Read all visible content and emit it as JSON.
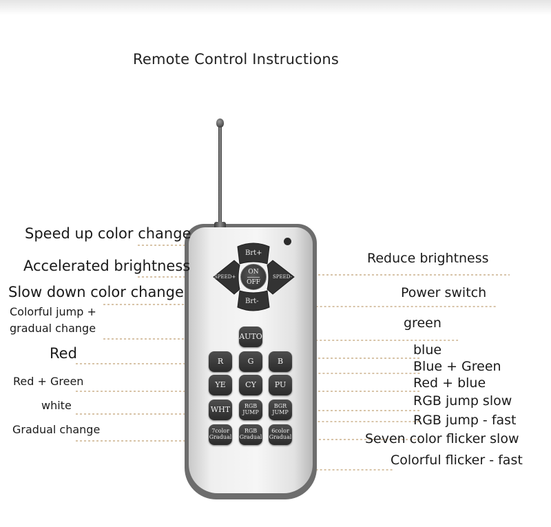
{
  "title": "Remote Control Instructions",
  "labels": {
    "speed_up": "Speed up color change",
    "accelerated": "Accelerated brightness",
    "slow_down": "Slow down color change",
    "colorful_jump": "Colorful jump +\ngradual change",
    "red": "Red",
    "red_green": "Red + Green",
    "white": "white",
    "gradual": "Gradual change",
    "reduce": "Reduce brightness",
    "power": "Power switch",
    "green": "green",
    "blue": "blue",
    "blue_green": "Blue + Green",
    "red_blue": "Red + blue",
    "rgb_slow": "RGB jump slow",
    "rgb_fast": "RGB jump - fast",
    "seven": "Seven color flicker slow",
    "flicker_fast": "Colorful flicker - fast"
  },
  "buttons": {
    "brt_up": "Brt+",
    "brt_down": "Brt-",
    "speed_up": "SPEED+",
    "speed_down": "SPEED-",
    "on": "ON",
    "off": "OFF",
    "auto": "AUTO",
    "r": "R",
    "g": "G",
    "b": "B",
    "ye": "YE",
    "cy": "CY",
    "pu": "PU",
    "wht": "WHT",
    "rgb_jump": "RGB\nJUMP",
    "bgr_jump": "BGR\nJUMP",
    "seven_gradual": "7color\nGradual",
    "rgb_gradual": "RGB\nGradual",
    "six_gradual": "6color\nGradual"
  },
  "colors": {
    "leader": "#b28a52",
    "remote_body": "#f2f2f2",
    "button": "#333333"
  }
}
